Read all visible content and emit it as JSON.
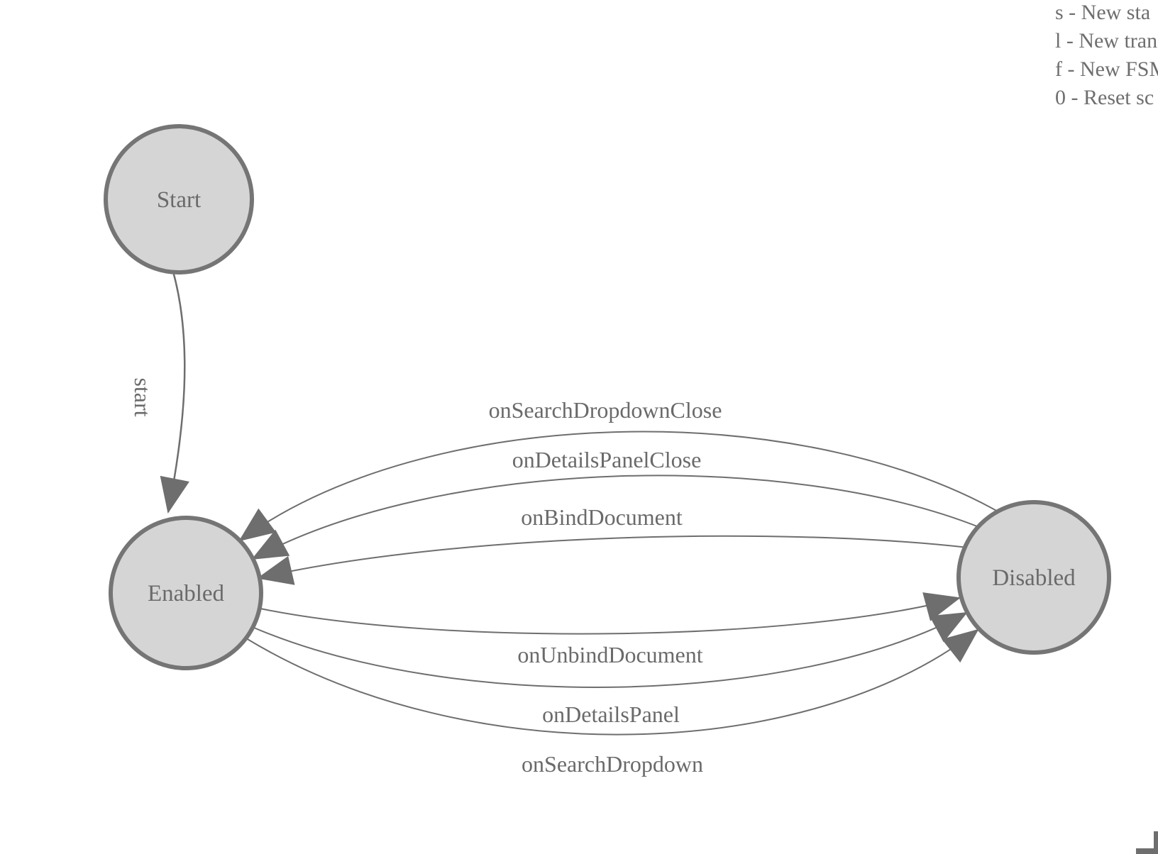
{
  "diagram": {
    "states": [
      {
        "id": "start",
        "label": "Start"
      },
      {
        "id": "enabled",
        "label": "Enabled"
      },
      {
        "id": "disabled",
        "label": "Disabled"
      }
    ],
    "transitions": [
      {
        "from": "Start",
        "to": "Enabled",
        "label": "start"
      },
      {
        "from": "Disabled",
        "to": "Enabled",
        "label": "onSearchDropdownClose"
      },
      {
        "from": "Disabled",
        "to": "Enabled",
        "label": "onDetailsPanelClose"
      },
      {
        "from": "Disabled",
        "to": "Enabled",
        "label": "onBindDocument"
      },
      {
        "from": "Enabled",
        "to": "Disabled",
        "label": "onUnbindDocument"
      },
      {
        "from": "Enabled",
        "to": "Disabled",
        "label": "onDetailsPanel"
      },
      {
        "from": "Enabled",
        "to": "Disabled",
        "label": "onSearchDropdown"
      }
    ]
  },
  "legend": {
    "lines": [
      "s - New sta",
      "l - New tran",
      "f - New FSM",
      "0 - Reset sc"
    ]
  },
  "colors": {
    "state_fill": "#d5d5d5",
    "state_stroke": "#757575",
    "edge": "#6e6e6e",
    "text": "#6a6a6a"
  }
}
